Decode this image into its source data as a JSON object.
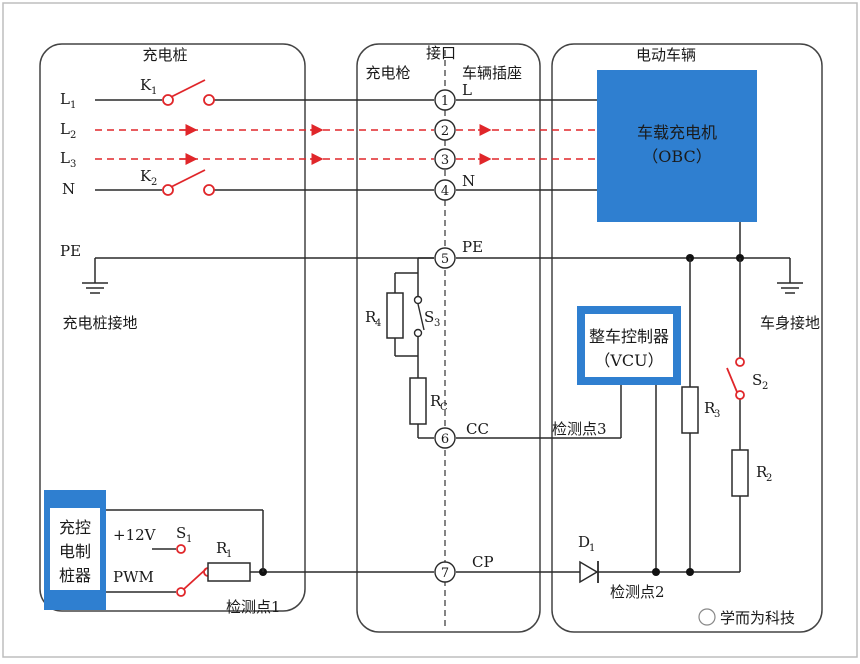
{
  "sections": {
    "station": "充电桩",
    "interface": "接口",
    "gun": "充电枪",
    "socket": "车辆插座",
    "vehicle": "电动车辆"
  },
  "lines": {
    "L1": "L",
    "L1_sub": "1",
    "L2": "L",
    "L2_sub": "2",
    "L3": "L",
    "L3_sub": "3",
    "N": "N",
    "PE": "PE"
  },
  "switches": {
    "K1": "K",
    "K1_sub": "1",
    "K2": "K",
    "K2_sub": "2",
    "S1": "S",
    "S1_sub": "1",
    "S2": "S",
    "S2_sub": "2",
    "S3": "S",
    "S3_sub": "3"
  },
  "resistors": {
    "R1": "R",
    "R1_sub": "1",
    "R2": "R",
    "R2_sub": "2",
    "R3": "R",
    "R3_sub": "3",
    "R4": "R",
    "R4_sub": "4",
    "RC": "R",
    "RC_sub": "C"
  },
  "diode": {
    "label": "D",
    "sub": "1"
  },
  "pins": [
    "1",
    "2",
    "3",
    "4",
    "5",
    "6",
    "7"
  ],
  "pin_labels": {
    "p1": "L",
    "p4": "N",
    "p5": "PE",
    "p6": "CC",
    "p7": "CP"
  },
  "grounds": {
    "station": "充电桩接地",
    "vehicle": "车身接地"
  },
  "obc": {
    "line1": "车载充电机",
    "line2": "（OBC）"
  },
  "vcu": {
    "line1": "整车控制器",
    "line2": "（VCU）"
  },
  "controller": {
    "line1": "充控",
    "line2": "电制",
    "line3": "桩器"
  },
  "supply": {
    "v12": "+12V",
    "pwm": "PWM"
  },
  "detect": {
    "p1": "检测点1",
    "p2": "检测点2",
    "p3": "检测点3"
  },
  "watermark": "学而为科技",
  "colors": {
    "blue": "#2f7fd0",
    "red": "#e0262a",
    "line": "#2a2a2a"
  }
}
